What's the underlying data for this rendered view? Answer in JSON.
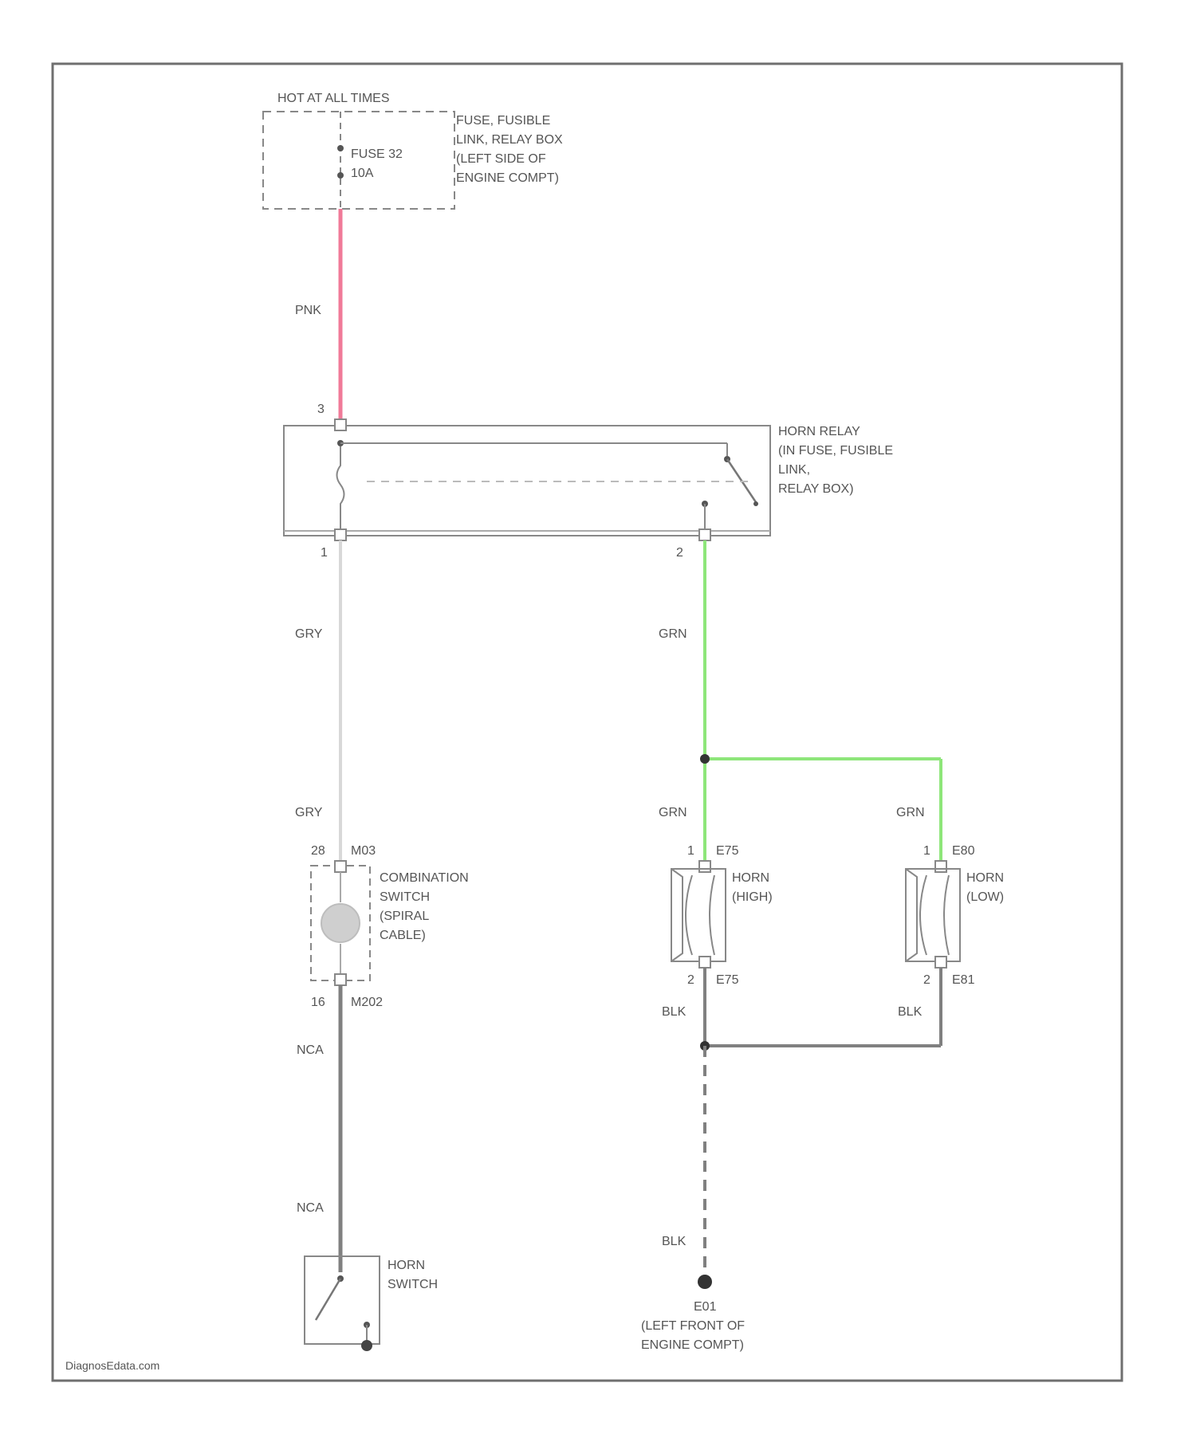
{
  "header_label": "HOT AT ALL TIMES",
  "fuse_box": {
    "fuse_name": "FUSE 32",
    "fuse_rating": "10A",
    "label_lines": [
      "FUSE, FUSIBLE",
      "LINK, RELAY BOX",
      "(LEFT SIDE OF",
      "ENGINE COMPT)"
    ]
  },
  "horn_relay": {
    "label_lines": [
      "HORN RELAY",
      "(IN FUSE, FUSIBLE",
      "LINK,",
      "RELAY BOX)"
    ],
    "pin_top": "3",
    "pin_left": "1",
    "pin_right": "2"
  },
  "combination_switch": {
    "pin_top": "28",
    "connector_top": "M03",
    "pin_bottom": "16",
    "connector_bottom": "M202",
    "label_lines": [
      "COMBINATION",
      "SWITCH",
      "(SPIRAL",
      "CABLE)"
    ]
  },
  "horn_switch": {
    "label_lines": [
      "HORN",
      "SWITCH"
    ]
  },
  "horn_high": {
    "pin_top": "1",
    "connector_top": "E75",
    "pin_bottom": "2",
    "connector_bottom": "E75",
    "label_lines": [
      "HORN",
      "(HIGH)"
    ]
  },
  "horn_low": {
    "pin_top": "1",
    "connector_top": "E80",
    "pin_bottom": "2",
    "connector_bottom": "E81",
    "label_lines": [
      "HORN",
      "(LOW)"
    ]
  },
  "ground": {
    "name": "E01",
    "label_lines": [
      "(LEFT FRONT OF",
      "ENGINE COMPT)"
    ]
  },
  "wire_labels": {
    "pnk": "PNK",
    "gry_top": "GRY",
    "gry_bottom": "GRY",
    "grn_main": "GRN",
    "grn_left": "GRN",
    "grn_right": "GRN",
    "nca_top": "NCA",
    "nca_bottom": "NCA",
    "blk_left": "BLK",
    "blk_right": "BLK",
    "blk_ground": "BLK"
  },
  "colors": {
    "pink_wire": "#f07a98",
    "green_wire": "#8ee67a",
    "gray_wire": "#d8d8d8",
    "dark_wire": "#808080",
    "outline": "#6f6f6f",
    "text": "#555555"
  },
  "watermark": "DiagnosEdata.com"
}
